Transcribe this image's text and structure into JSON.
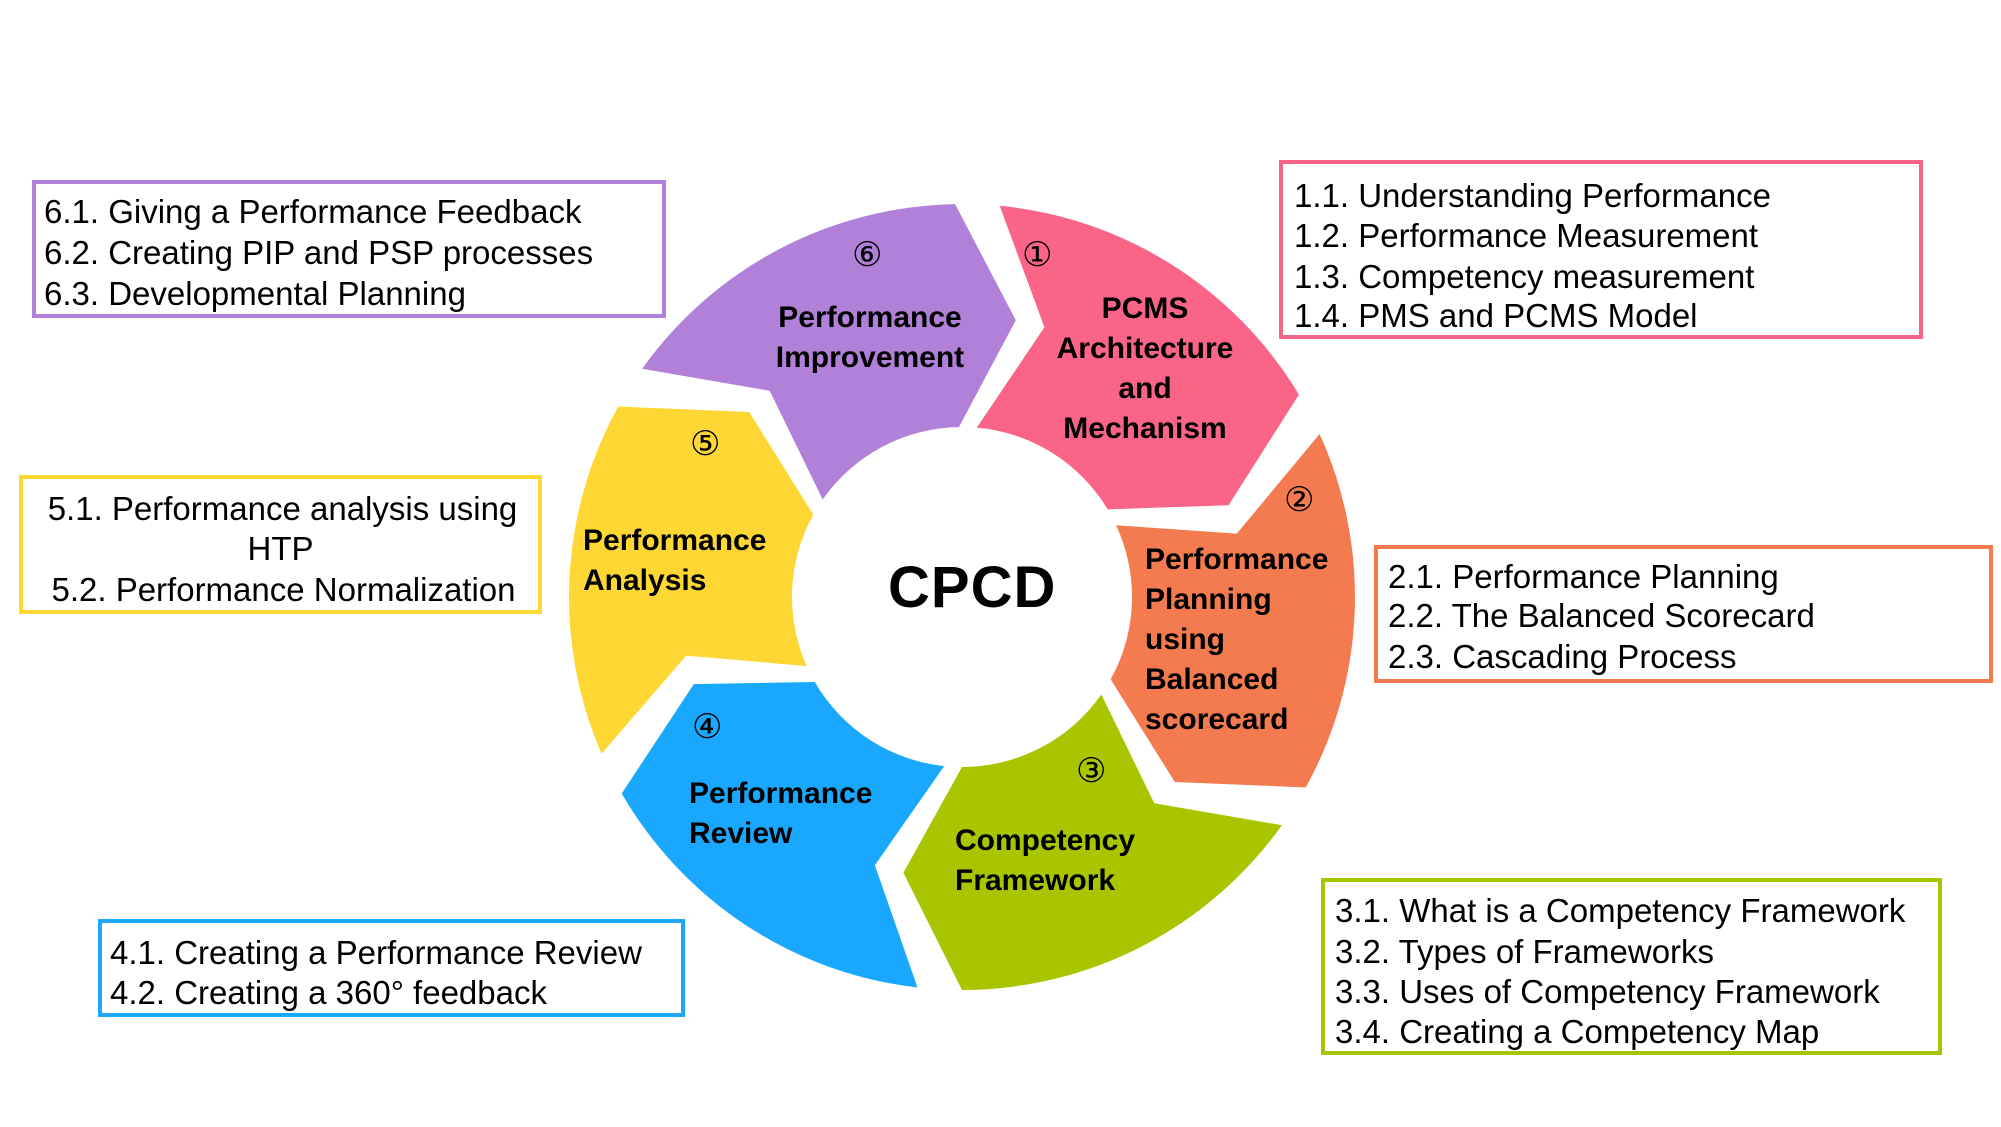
{
  "center": {
    "title": "CPCD"
  },
  "colors": {
    "segment_1": "#f96487",
    "segment_2": "#f47b50",
    "segment_3": "#a9c500",
    "segment_4": "#1aa8fe",
    "segment_5": "#fed734",
    "segment_6": "#b181d9"
  },
  "segments": [
    {
      "number": "①",
      "label": [
        "PCMS",
        "Architecture",
        "and",
        "Mechanism"
      ],
      "color": "#f96487",
      "topics": [
        "1.1. Understanding Performance",
        "1.2. Performance Measurement",
        "1.3. Competency measurement",
        "1.4. PMS and PCMS Model"
      ]
    },
    {
      "number": "②",
      "label": [
        "Performance",
        "Planning",
        "using",
        "Balanced",
        "scorecard"
      ],
      "color": "#f47b50",
      "topics": [
        "2.1. Performance Planning",
        "2.2. The Balanced Scorecard",
        "2.3. Cascading Process"
      ]
    },
    {
      "number": "③",
      "label": [
        "Competency",
        "Framework"
      ],
      "color": "#a9c500",
      "topics": [
        "3.1. What is a Competency Framework",
        "3.2. Types of Frameworks",
        "3.3. Uses of Competency Framework",
        "3.4. Creating a Competency Map"
      ]
    },
    {
      "number": "④",
      "label": [
        "Performance",
        "Review"
      ],
      "color": "#1aa8fe",
      "topics": [
        "4.1. Creating a Performance Review",
        "4.2. Creating a 360° feedback"
      ]
    },
    {
      "number": "⑤",
      "label": [
        "Performance",
        "Analysis"
      ],
      "color": "#fed734",
      "topics": [
        "5.1. Performance analysis using",
        "HTP",
        "5.2. Performance Normalization"
      ]
    },
    {
      "number": "⑥",
      "label": [
        "Performance",
        "Improvement"
      ],
      "color": "#b181d9",
      "topics": [
        "6.1. Giving a Performance Feedback",
        "6.2. Creating PIP and PSP processes",
        "6.3. Developmental Planning"
      ]
    }
  ]
}
